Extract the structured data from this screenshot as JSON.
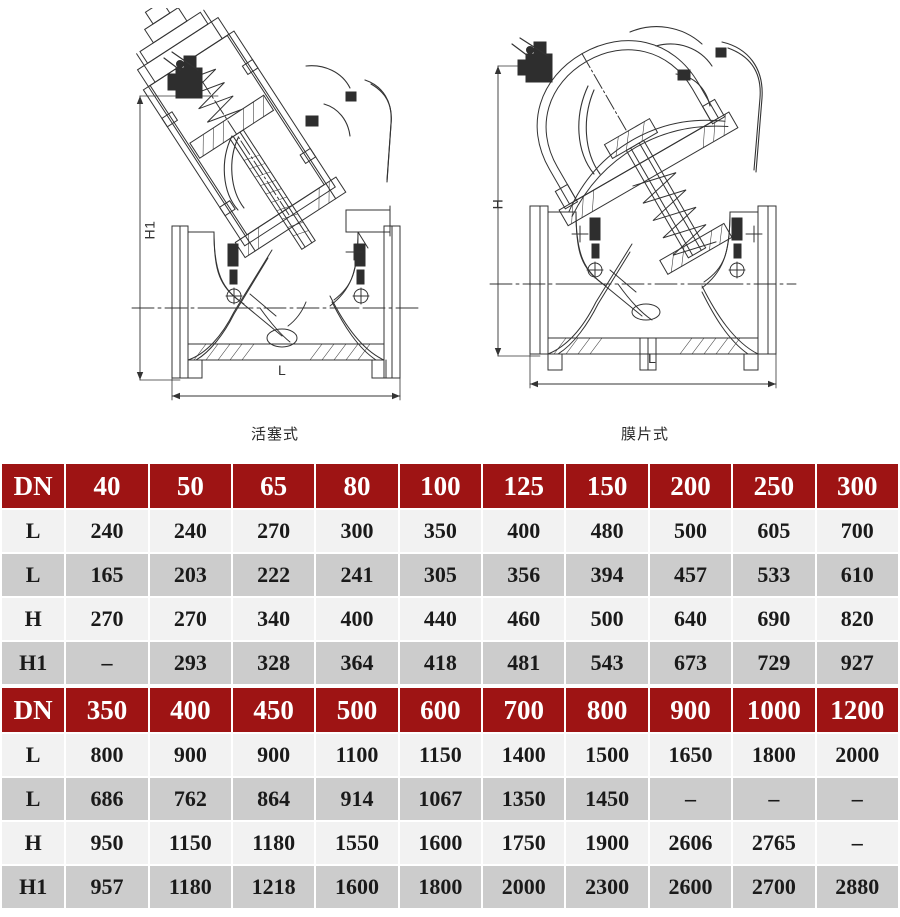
{
  "drawings": [
    {
      "id": "piston-type",
      "caption": "活塞式",
      "vertical_dim_label": "H1",
      "horizontal_dim_label": "L"
    },
    {
      "id": "diaphragm-type",
      "caption": "膜片式",
      "vertical_dim_label": "H",
      "horizontal_dim_label": "L"
    }
  ],
  "colors": {
    "header_red": "#9e1414",
    "row_light": "#f2f2f2",
    "row_dark": "#cccccc",
    "page_background": "#ffffff",
    "drawing_line": "#333333"
  },
  "tables": [
    {
      "id": "table-dn-40-300",
      "header_label": "DN",
      "columns": [
        "40",
        "50",
        "65",
        "80",
        "100",
        "125",
        "150",
        "200",
        "250",
        "300"
      ],
      "rows": [
        {
          "label": "L",
          "values": [
            "240",
            "240",
            "270",
            "300",
            "350",
            "400",
            "480",
            "500",
            "605",
            "700"
          ]
        },
        {
          "label": "L",
          "values": [
            "165",
            "203",
            "222",
            "241",
            "305",
            "356",
            "394",
            "457",
            "533",
            "610"
          ]
        },
        {
          "label": "H",
          "values": [
            "270",
            "270",
            "340",
            "400",
            "440",
            "460",
            "500",
            "640",
            "690",
            "820"
          ]
        },
        {
          "label": "H1",
          "values": [
            "–",
            "293",
            "328",
            "364",
            "418",
            "481",
            "543",
            "673",
            "729",
            "927"
          ]
        }
      ]
    },
    {
      "id": "table-dn-350-1200",
      "header_label": "DN",
      "columns": [
        "350",
        "400",
        "450",
        "500",
        "600",
        "700",
        "800",
        "900",
        "1000",
        "1200"
      ],
      "rows": [
        {
          "label": "L",
          "values": [
            "800",
            "900",
            "900",
            "1100",
            "1150",
            "1400",
            "1500",
            "1650",
            "1800",
            "2000"
          ]
        },
        {
          "label": "L",
          "values": [
            "686",
            "762",
            "864",
            "914",
            "1067",
            "1350",
            "1450",
            "–",
            "–",
            "–"
          ]
        },
        {
          "label": "H",
          "values": [
            "950",
            "1150",
            "1180",
            "1550",
            "1600",
            "1750",
            "1900",
            "2606",
            "2765",
            "–"
          ]
        },
        {
          "label": "H1",
          "values": [
            "957",
            "1180",
            "1218",
            "1600",
            "1800",
            "2000",
            "2300",
            "2600",
            "2700",
            "2880"
          ]
        }
      ]
    }
  ]
}
